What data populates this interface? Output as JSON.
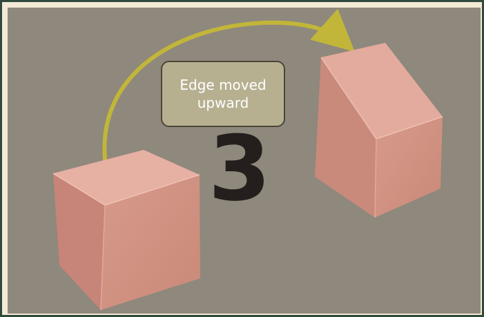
{
  "diagram": {
    "label_lines": [
      "Edge moved",
      "upward"
    ],
    "step_number": "3",
    "colors": {
      "outer_frame": "#2f4a3c",
      "inner_frame": "#f3ead5",
      "background": "#8f887c",
      "arrow": "#c2b63a",
      "label_box_fill": "#b6b091",
      "label_box_border": "#4a4536",
      "cube_front": "#d89a8c",
      "cube_top": "#e7b0a3",
      "cube_side": "#c78678",
      "number": "#241f1d"
    }
  }
}
